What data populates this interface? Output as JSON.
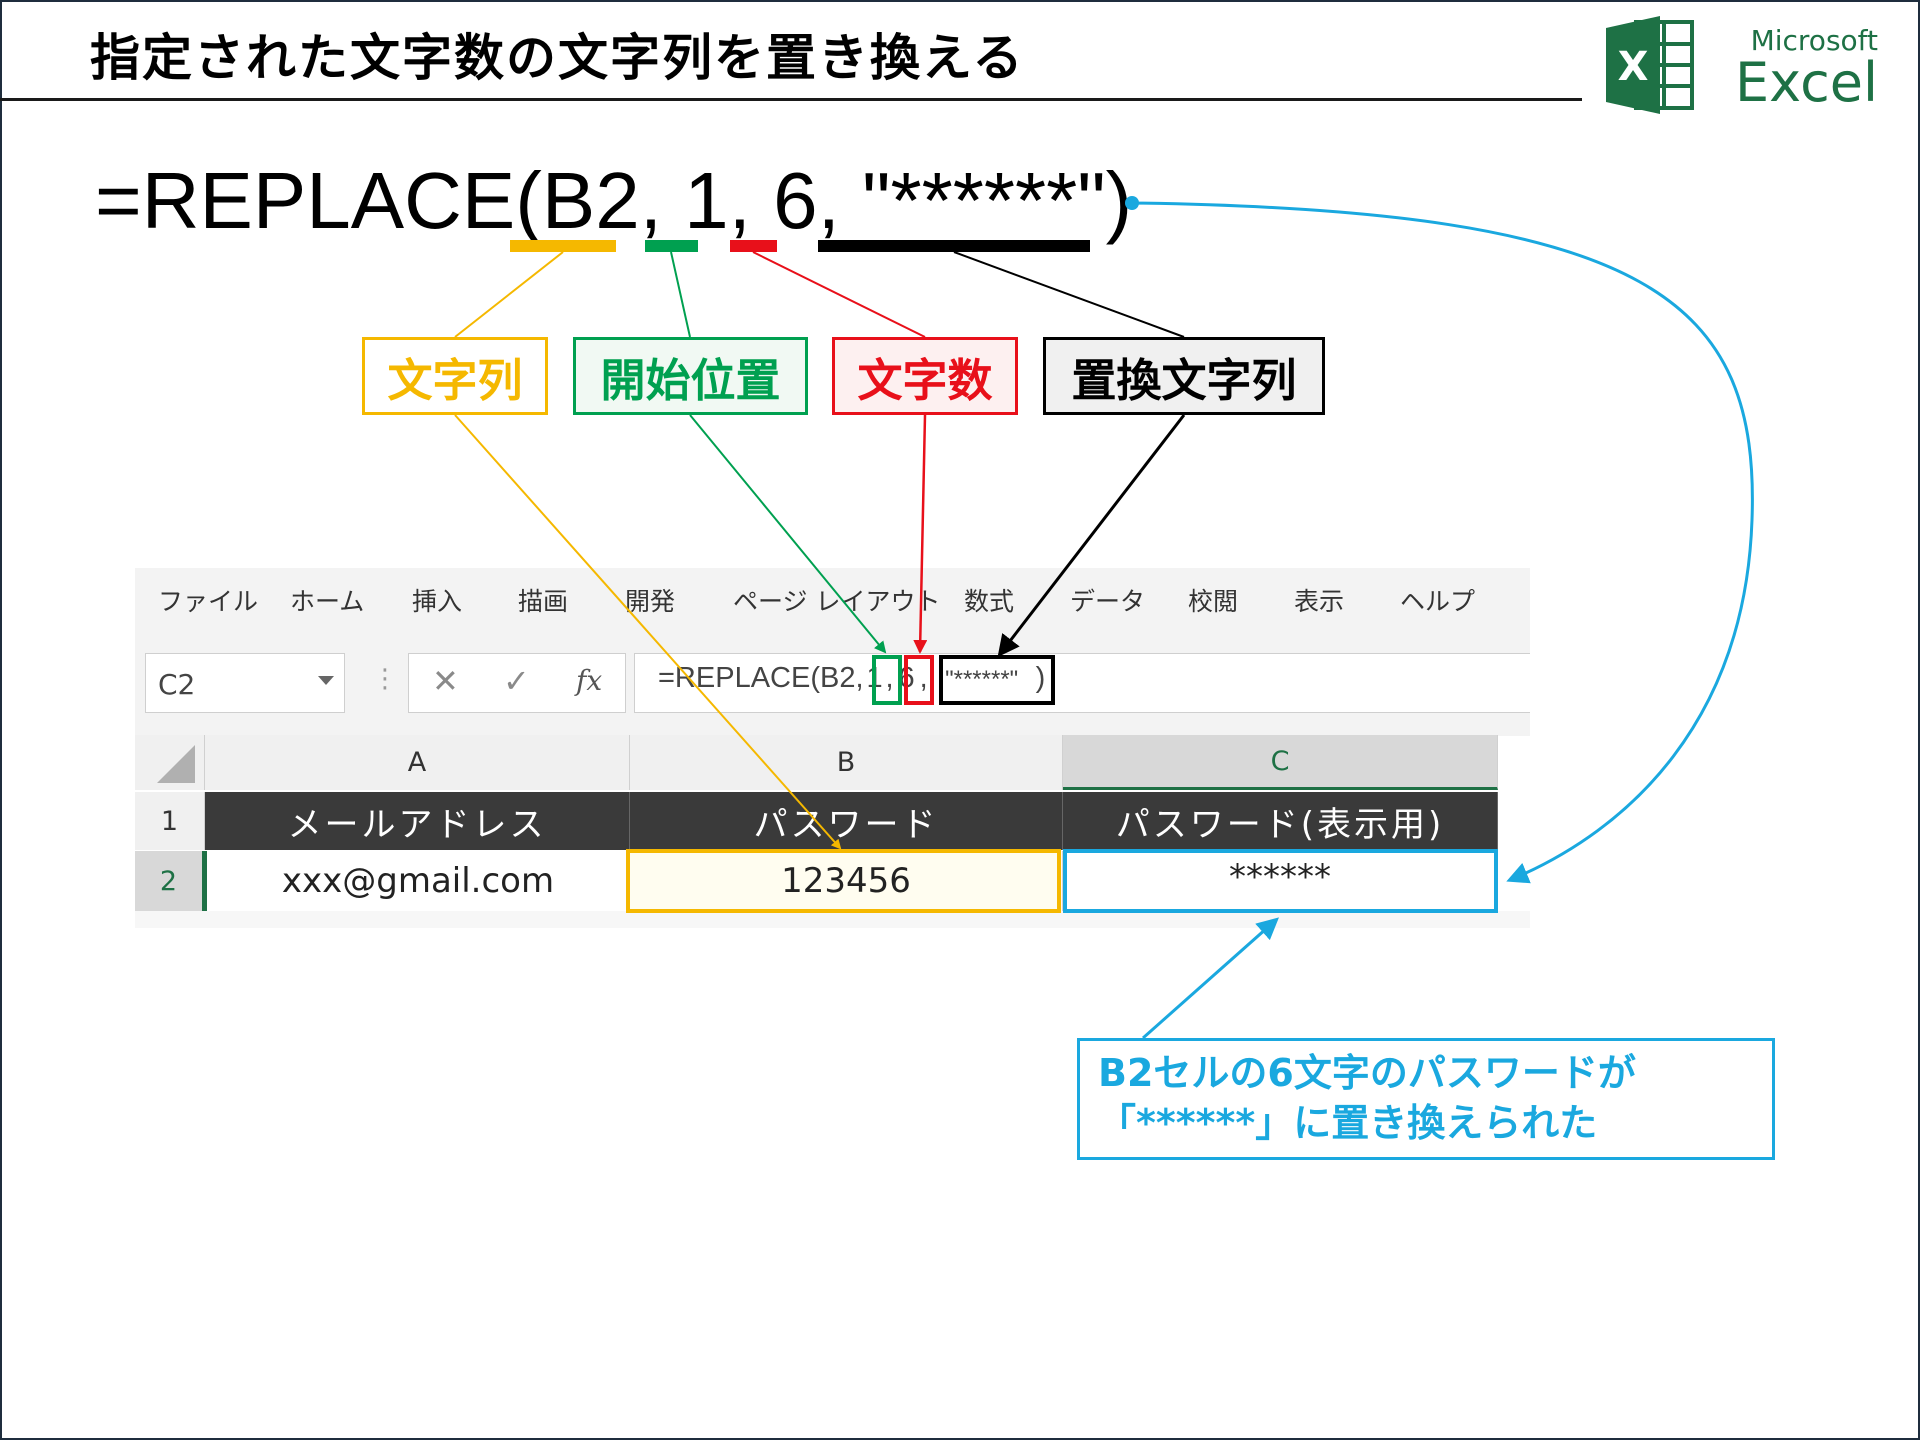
{
  "header": {
    "title": "指定された文字数の文字列を置き換える",
    "brand_line1": "Microsoft",
    "brand_line2": "Excel",
    "logo_letter": "X"
  },
  "formula": {
    "prefix": "=REPLACE(",
    "arg1": "B2",
    "sep1": ", ",
    "arg2": "1",
    "sep2": ", ",
    "arg3": "6",
    "sep3": ", ",
    "arg4": "\"******\"",
    "suffix": ")"
  },
  "labels": {
    "string": "文字列",
    "start": "開始位置",
    "count": "文字数",
    "replace": "置換文字列"
  },
  "ribbon": {
    "tabs": [
      "ファイル",
      "ホーム",
      "挿入",
      "描画",
      "開発",
      "ページ レイアウト",
      "数式",
      "データ",
      "校閲",
      "表示",
      "ヘルプ"
    ]
  },
  "formula_bar": {
    "name_box": "C2",
    "cancel_glyph": "✕",
    "enter_glyph": "✓",
    "fx_glyph": "fx",
    "colon_glyph": "⋮",
    "pre": "=REPLACE(B2,",
    "a2": "1",
    "c2": ",",
    "a3": "6",
    "c3": ",",
    "a4": "\"******\"",
    "post": ")"
  },
  "sheet": {
    "columns": [
      "A",
      "B",
      "C"
    ],
    "rows": [
      "1",
      "2"
    ],
    "header_cells": [
      "メールアドレス",
      "パスワード",
      "パスワード(表示用)"
    ],
    "data_cells": [
      "xxx@gmail.com",
      "123456",
      "******"
    ]
  },
  "note": {
    "line1": "B2セルの6文字のパスワードが",
    "line2": "「******」に置き換えられた"
  },
  "colors": {
    "string": "#f5b800",
    "start": "#00a050",
    "count": "#e8101a",
    "replace": "#000000",
    "result": "#1aa8df",
    "excel_green": "#1e7145"
  }
}
